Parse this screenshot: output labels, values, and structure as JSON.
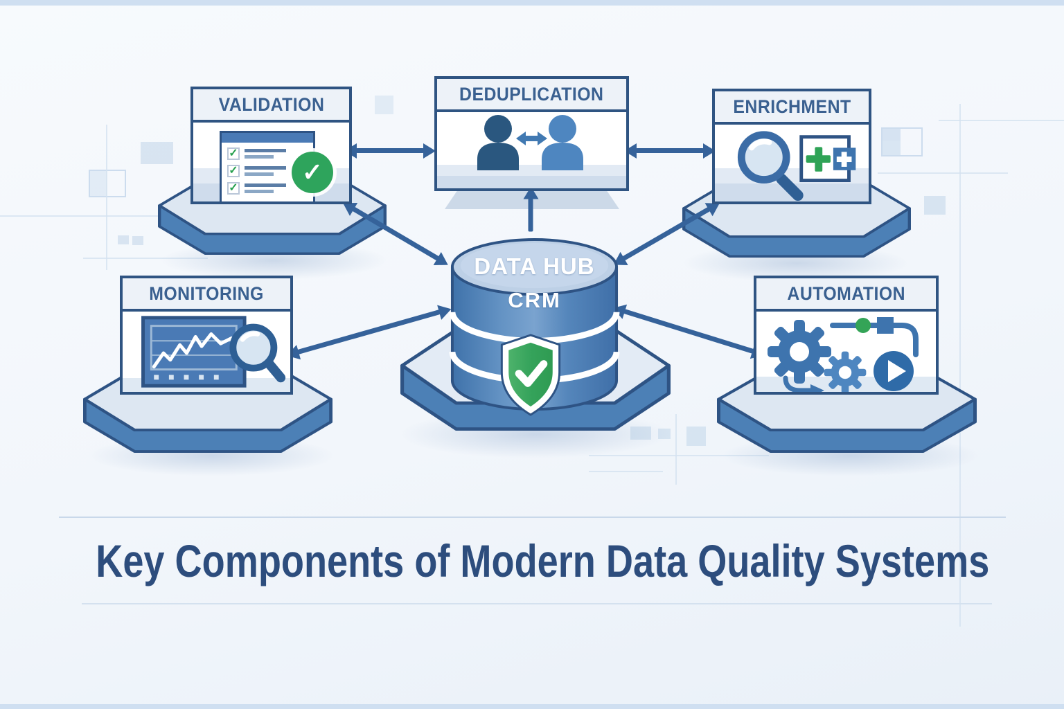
{
  "illustration": {
    "caption": "Key Components of Modern Data Quality Systems",
    "hub": {
      "top_label": "DATA HUB",
      "band_label": "CRM",
      "icon": "shield-check-icon"
    },
    "components": [
      {
        "id": "validation",
        "label": "VALIDATION",
        "icon": "checklist-check-icon"
      },
      {
        "id": "deduplication",
        "label": "DEDUPLICATION",
        "icon": "merge-contacts-icon"
      },
      {
        "id": "enrichment",
        "label": "ENRICHMENT",
        "icon": "magnifier-add-icon"
      },
      {
        "id": "monitoring",
        "label": "MONITORING",
        "icon": "chart-magnifier-icon"
      },
      {
        "id": "automation",
        "label": "AUTOMATION",
        "icon": "gears-workflow-play-icon"
      }
    ],
    "glyphs": {
      "check": "✓"
    },
    "colors": {
      "navy_outline": "#2e5384",
      "primary_blue": "#3e74ae",
      "light_blue_fill": "#cfdcec",
      "green": "#2fa45a",
      "title_text": "#2d4d7d",
      "arrow": "#35629a",
      "background": "#f2f6fa"
    }
  }
}
